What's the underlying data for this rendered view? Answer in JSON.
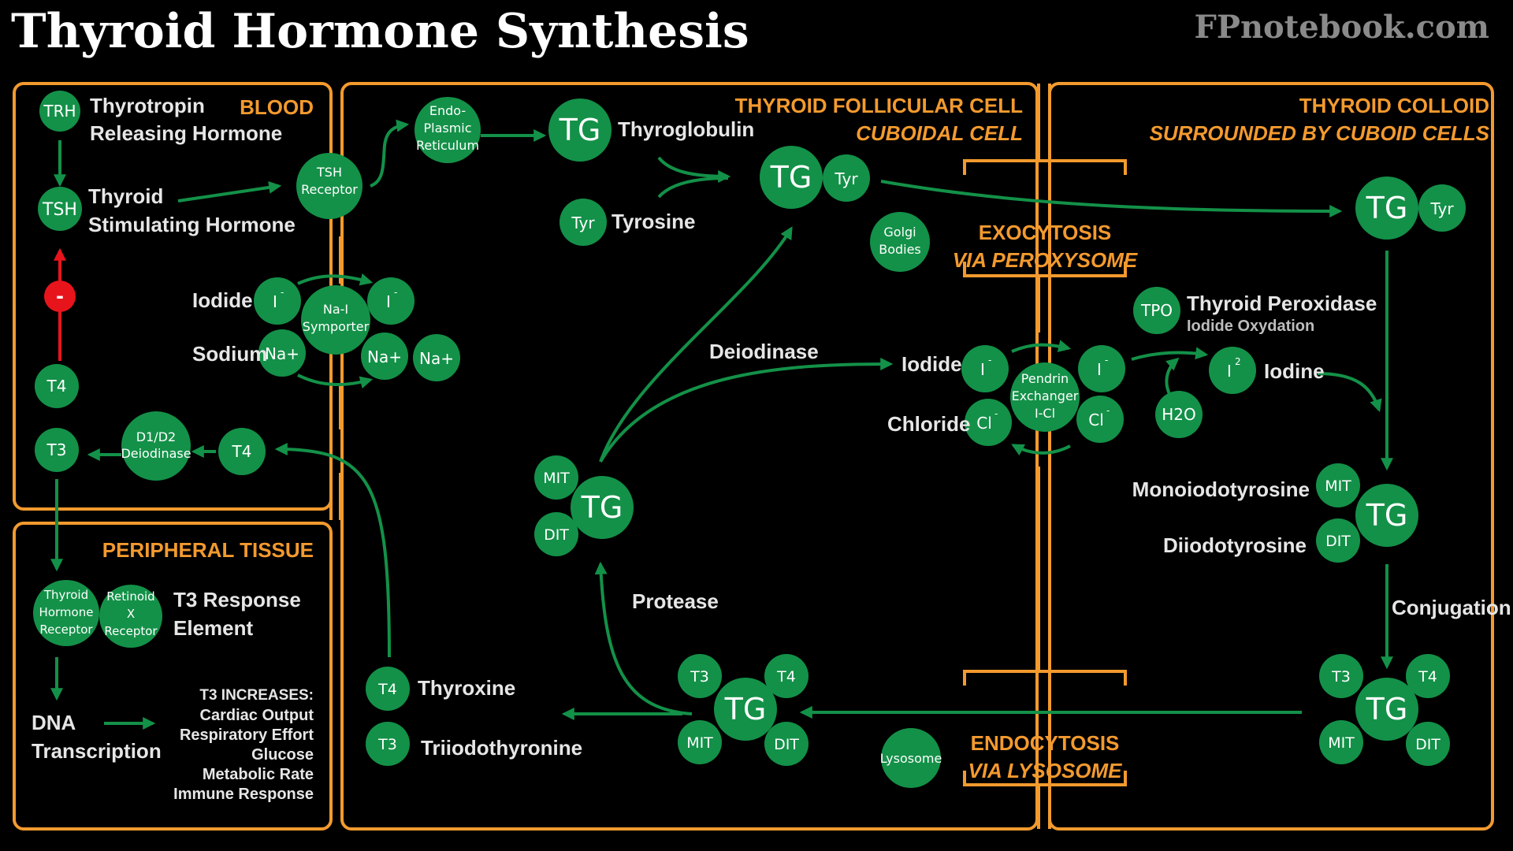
{
  "header": {
    "title": "Thyroid Hormone Synthesis",
    "brand": "FPnotebook.com"
  },
  "sections": {
    "blood": "BLOOD",
    "peripheral": "PERIPHERAL TISSUE",
    "follicular": "THYROID FOLLICULAR CELL",
    "follicular_sub": "CUBOIDAL CELL",
    "colloid": "THYROID COLLOID",
    "colloid_sub": "SURROUNDED BY CUBOID CELLS",
    "exocytosis": "EXOCYTOSIS",
    "exocytosis_sub": "VIA PEROXYSOME",
    "endocytosis": "ENDOCYTOSIS",
    "endocytosis_sub": "VIA LYSOSOME"
  },
  "nodes": {
    "trh": "TRH",
    "tsh": "TSH",
    "t4_blood": "T4",
    "t3_blood": "T3",
    "t4_conv": "T4",
    "d1d2": [
      "D1/D2",
      "Deiodinase"
    ],
    "inhibit": "-",
    "tsh_receptor": [
      "TSH",
      "Receptor"
    ],
    "er": [
      "Endo-",
      "Plasmic",
      "Reticulum"
    ],
    "i1": "I",
    "i2": "I",
    "i_sup": "-",
    "na1": "Na+",
    "na2": "Na+",
    "na3": "Na+",
    "nai": [
      "Na-I",
      "Symporter"
    ],
    "tg1": "TG",
    "tyr1": "Tyr",
    "tg2": "TG",
    "tyr2": "Tyr",
    "golgi": [
      "Golgi",
      "Bodies"
    ],
    "i3": "I",
    "i4": "I",
    "cl1": "Cl",
    "cl2": "Cl",
    "pendrin": [
      "Pendrin",
      "Exchanger",
      "I-Cl"
    ],
    "h2o": "H2O",
    "tpo": "TPO",
    "i2mol": "I",
    "i2mol_sup": "2",
    "tg3": "TG",
    "tyr3": "Tyr",
    "mit_r": "MIT",
    "tg_r": "TG",
    "dit_r": "DIT",
    "t3_br": "T3",
    "t4_br": "T4",
    "tg_br": "TG",
    "mit_br": "MIT",
    "dit_br": "DIT",
    "t3_bc": "T3",
    "t4_bc": "T4",
    "tg_bc": "TG",
    "mit_bc": "MIT",
    "dit_bc": "DIT",
    "mit_l": "MIT",
    "tg_l": "TG",
    "dit_l": "DIT",
    "lysosome": "Lysosome",
    "t4_out": "T4",
    "t3_out": "T3",
    "thr": [
      "Thyroid",
      "Hormone",
      "Receptor"
    ],
    "rxr": [
      "Retinoid",
      "X",
      "Receptor"
    ]
  },
  "labels": {
    "trh": [
      "Thyrotropin",
      "Releasing Hormone"
    ],
    "tsh": [
      "Thyroid",
      "Stimulating Hormone"
    ],
    "iodide_left": "Iodide",
    "sodium": "Sodium",
    "thyroglobulin": "Thyroglobulin",
    "tyrosine": "Tyrosine",
    "deiodinase": "Deiodinase",
    "iodide_mid": "Iodide",
    "chloride": "Chloride",
    "tpo": "Thyroid Peroxidase",
    "tpo_sub": "Iodide Oxydation",
    "iodine": "Iodine",
    "mono": "Monoiodotyrosine",
    "di": "Diiodotyrosine",
    "conjugation": "Conjugation",
    "protease": "Protease",
    "thyroxine": "Thyroxine",
    "triiodo": "Triiodothyronine",
    "t3re": [
      "T3 Response",
      "Element"
    ],
    "dna": [
      "DNA",
      "Transcription"
    ],
    "increases_title": "T3 INCREASES:",
    "increases": [
      "Cardiac Output",
      "Respiratory Effort",
      "Glucose",
      "Metabolic Rate",
      "Immune Response"
    ]
  },
  "colors": {
    "node": "#139148",
    "border": "#f39a2e",
    "inhibit": "#e8141c",
    "background": "#000000"
  }
}
